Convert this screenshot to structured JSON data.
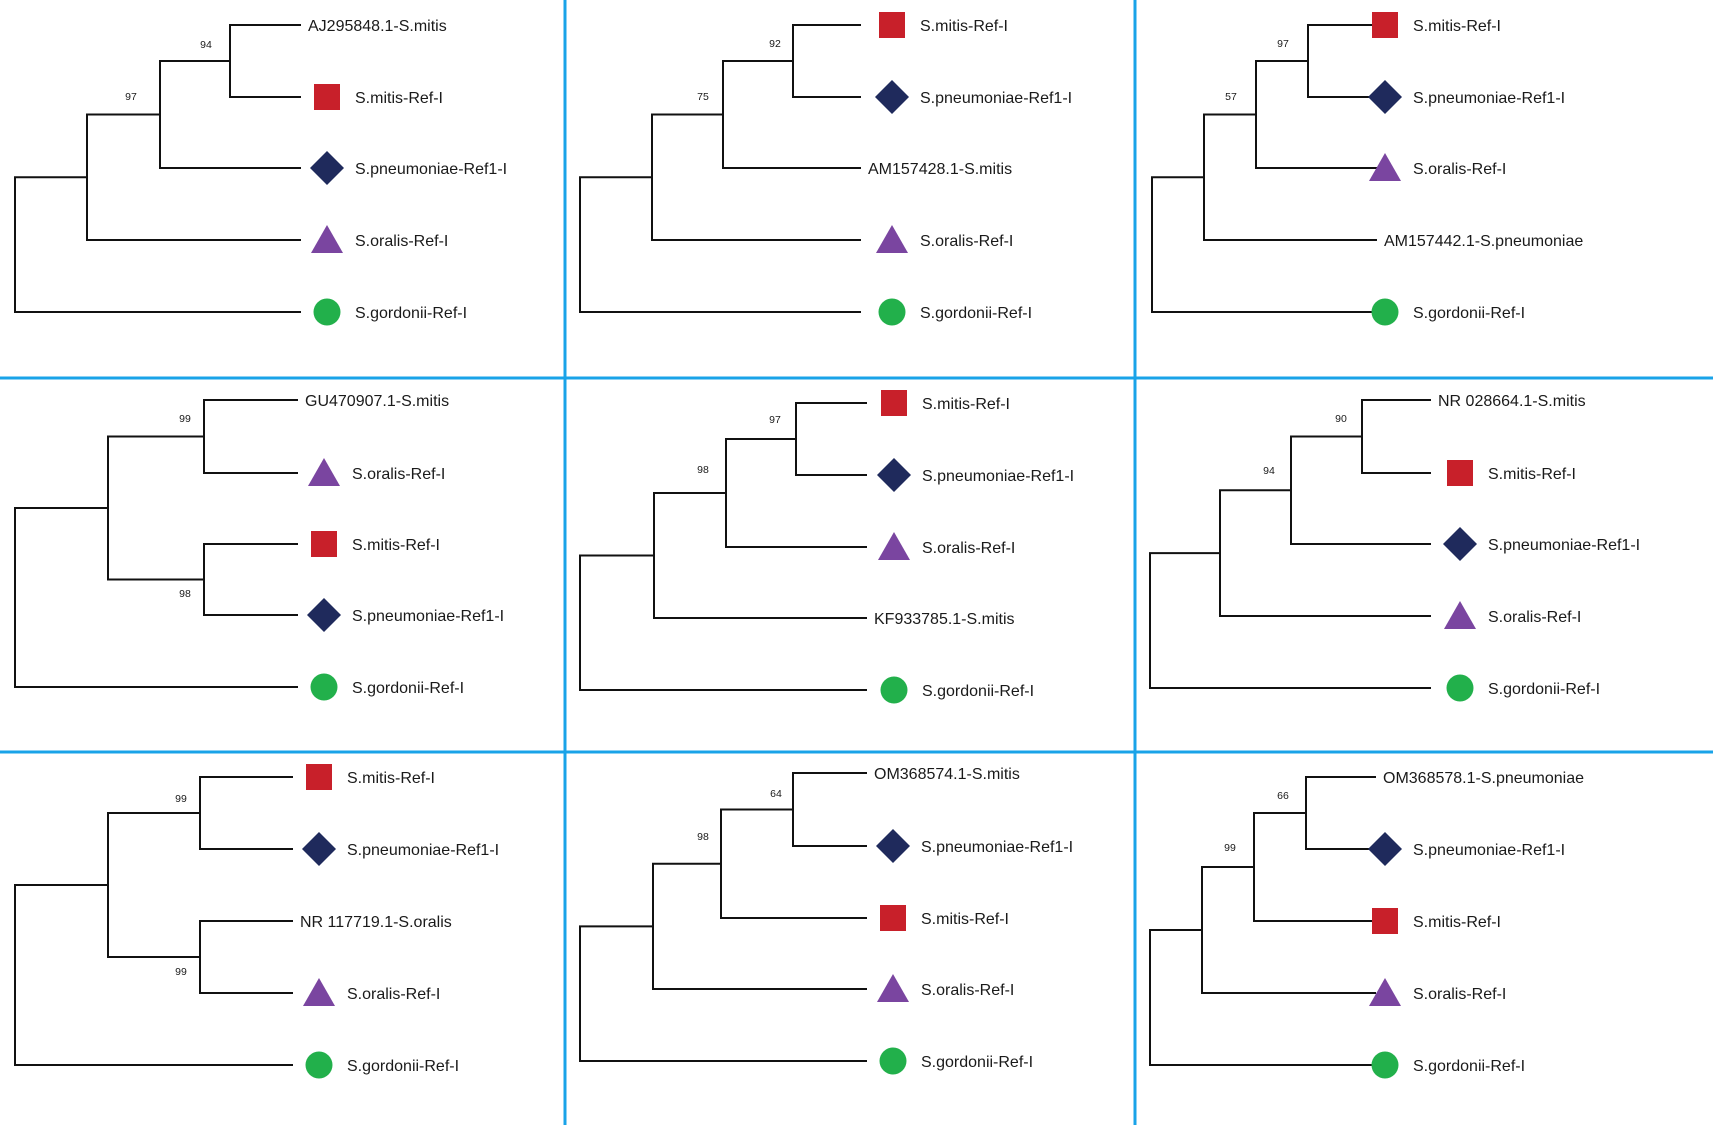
{
  "colors": {
    "divider": "#1aa3e8",
    "branch": "#111111",
    "mitis": "#c8202a",
    "pneumoniae": "#1f2a5c",
    "oralis": "#7a45a0",
    "gordonii": "#22b04b"
  },
  "marker_icons": {
    "square": "red-square-icon",
    "diamond": "navy-diamond-icon",
    "triangle": "purple-triangle-icon",
    "circle": "green-circle-icon"
  },
  "panels": [
    {
      "id": "panel-1",
      "tips": [
        {
          "label": "AJ295848.1-S.mitis",
          "marker": "none"
        },
        {
          "label": "S.mitis-Ref-I",
          "marker": "square"
        },
        {
          "label": "S.pneumoniae-Ref1-I",
          "marker": "diamond"
        },
        {
          "label": "S.oralis-Ref-I",
          "marker": "triangle"
        },
        {
          "label": "S.gordonii-Ref-I",
          "marker": "circle"
        }
      ],
      "supports": [
        "94",
        "97"
      ]
    },
    {
      "id": "panel-2",
      "tips": [
        {
          "label": "S.mitis-Ref-I",
          "marker": "square"
        },
        {
          "label": "S.pneumoniae-Ref1-I",
          "marker": "diamond"
        },
        {
          "label": "AM157428.1-S.mitis",
          "marker": "none"
        },
        {
          "label": "S.oralis-Ref-I",
          "marker": "triangle"
        },
        {
          "label": "S.gordonii-Ref-I",
          "marker": "circle"
        }
      ],
      "supports": [
        "92",
        "75"
      ]
    },
    {
      "id": "panel-3",
      "tips": [
        {
          "label": "S.mitis-Ref-I",
          "marker": "square"
        },
        {
          "label": "S.pneumoniae-Ref1-I",
          "marker": "diamond"
        },
        {
          "label": "S.oralis-Ref-I",
          "marker": "triangle"
        },
        {
          "label": "AM157442.1-S.pneumoniae",
          "marker": "none"
        },
        {
          "label": "S.gordonii-Ref-I",
          "marker": "circle"
        }
      ],
      "supports": [
        "97",
        "57"
      ]
    },
    {
      "id": "panel-4",
      "tips": [
        {
          "label": "GU470907.1-S.mitis",
          "marker": "none"
        },
        {
          "label": "S.oralis-Ref-I",
          "marker": "triangle"
        },
        {
          "label": "S.mitis-Ref-I",
          "marker": "square"
        },
        {
          "label": "S.pneumoniae-Ref1-I",
          "marker": "diamond"
        },
        {
          "label": "S.gordonii-Ref-I",
          "marker": "circle"
        }
      ],
      "supports": [
        "99",
        "98"
      ]
    },
    {
      "id": "panel-5",
      "tips": [
        {
          "label": "S.mitis-Ref-I",
          "marker": "square"
        },
        {
          "label": "S.pneumoniae-Ref1-I",
          "marker": "diamond"
        },
        {
          "label": "S.oralis-Ref-I",
          "marker": "triangle"
        },
        {
          "label": "KF933785.1-S.mitis",
          "marker": "none"
        },
        {
          "label": "S.gordonii-Ref-I",
          "marker": "circle"
        }
      ],
      "supports": [
        "97",
        "98"
      ]
    },
    {
      "id": "panel-6",
      "tips": [
        {
          "label": "NR 028664.1-S.mitis",
          "marker": "none"
        },
        {
          "label": "S.mitis-Ref-I",
          "marker": "square"
        },
        {
          "label": "S.pneumoniae-Ref1-I",
          "marker": "diamond"
        },
        {
          "label": "S.oralis-Ref-I",
          "marker": "triangle"
        },
        {
          "label": "S.gordonii-Ref-I",
          "marker": "circle"
        }
      ],
      "supports": [
        "90",
        "94"
      ]
    },
    {
      "id": "panel-7",
      "tips": [
        {
          "label": "S.mitis-Ref-I",
          "marker": "square"
        },
        {
          "label": "S.pneumoniae-Ref1-I",
          "marker": "diamond"
        },
        {
          "label": "NR 117719.1-S.oralis",
          "marker": "none"
        },
        {
          "label": "S.oralis-Ref-I",
          "marker": "triangle"
        },
        {
          "label": "S.gordonii-Ref-I",
          "marker": "circle"
        }
      ],
      "supports": [
        "99",
        "99"
      ]
    },
    {
      "id": "panel-8",
      "tips": [
        {
          "label": "OM368574.1-S.mitis",
          "marker": "none"
        },
        {
          "label": "S.pneumoniae-Ref1-I",
          "marker": "diamond"
        },
        {
          "label": "S.mitis-Ref-I",
          "marker": "square"
        },
        {
          "label": "S.oralis-Ref-I",
          "marker": "triangle"
        },
        {
          "label": "S.gordonii-Ref-I",
          "marker": "circle"
        }
      ],
      "supports": [
        "64",
        "98"
      ]
    },
    {
      "id": "panel-9",
      "tips": [
        {
          "label": "OM368578.1-S.pneumoniae",
          "marker": "none"
        },
        {
          "label": "S.pneumoniae-Ref1-I",
          "marker": "diamond"
        },
        {
          "label": "S.mitis-Ref-I",
          "marker": "square"
        },
        {
          "label": "S.oralis-Ref-I",
          "marker": "triangle"
        },
        {
          "label": "S.gordonii-Ref-I",
          "marker": "circle"
        }
      ],
      "supports": [
        "66",
        "99"
      ]
    }
  ]
}
